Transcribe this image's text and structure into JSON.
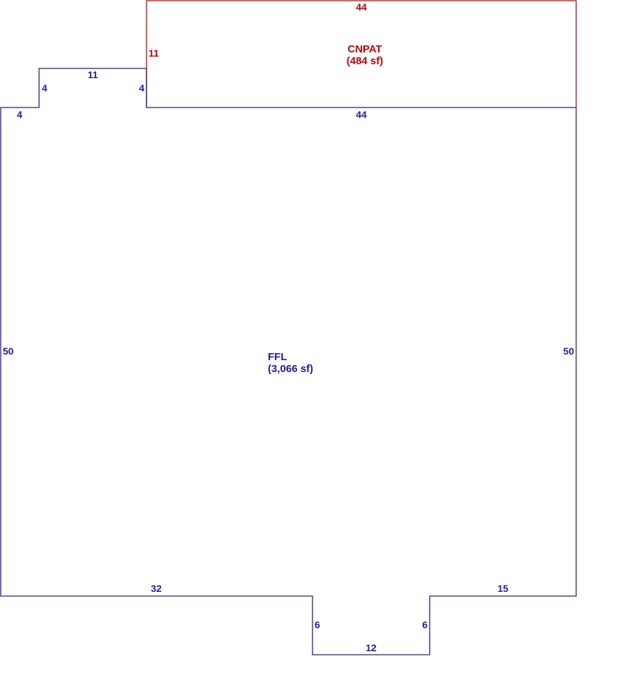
{
  "colors": {
    "ffl": "#1a1ab8",
    "cnpat": "#d40000"
  },
  "areas": {
    "cnpat": {
      "name": "CNPAT",
      "size": "(484 sf)"
    },
    "ffl": {
      "name": "FFL",
      "size": "(3,066 sf)"
    }
  },
  "dimensions": {
    "cnpat_top": "44",
    "cnpat_left": "11",
    "shared_top": "44",
    "bump_left": "4",
    "bump_top": "11",
    "bump_right": "4",
    "ffl_top_left": "4",
    "ffl_left": "50",
    "ffl_right": "50",
    "ffl_bottom_left": "32",
    "ffl_bottom_right": "15",
    "notch_left": "6",
    "notch_right": "6",
    "notch_bottom": "12"
  }
}
